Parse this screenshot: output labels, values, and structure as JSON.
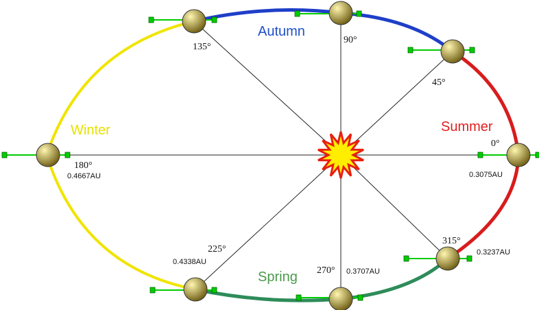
{
  "seasons": {
    "autumn": {
      "label": "Autumn",
      "color": "#1f4fc9"
    },
    "summer": {
      "label": "Summer",
      "color": "#e02020"
    },
    "winter": {
      "label": "Winter",
      "color": "#e8e000"
    },
    "spring": {
      "label": "Spring",
      "color": "#4a9a4a"
    }
  },
  "orbit_colors": {
    "winter_arc": "#f0e400",
    "autumn_arc": "#1f3fc8",
    "summer_arc": "#d81c1c",
    "spring_arc": "#2e8c5a"
  },
  "sun": {
    "fill": "#ffee00",
    "stroke": "#e82010"
  },
  "planet": {
    "light": "#fff6b0",
    "dark": "#6b5a10",
    "axis_color": "#00cc00"
  },
  "positions": [
    {
      "key": "p0",
      "angle": "0°",
      "distance": "0.3075AU"
    },
    {
      "key": "p45",
      "angle": "45°",
      "distance": ""
    },
    {
      "key": "p90",
      "angle": "90°",
      "distance": ""
    },
    {
      "key": "p135",
      "angle": "135°",
      "distance": ""
    },
    {
      "key": "p180",
      "angle": "180°",
      "distance": "0.4667AU"
    },
    {
      "key": "p225",
      "angle": "225°",
      "distance": "0.4338AU"
    },
    {
      "key": "p270",
      "angle": "270°",
      "distance": "0.3707AU"
    },
    {
      "key": "p315",
      "angle": "315°",
      "distance": "0.3237AU"
    }
  ]
}
